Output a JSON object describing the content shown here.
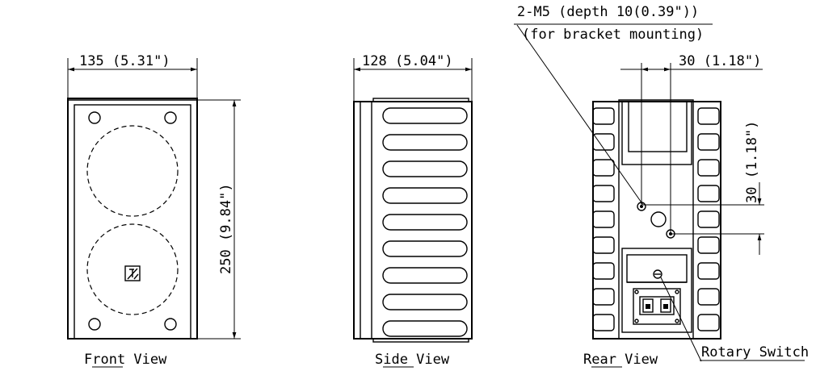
{
  "views": {
    "front": {
      "label": "Front View",
      "width_dim": "135 (5.31\")",
      "height_dim": "250 (9.84\")"
    },
    "side": {
      "label": "Side View",
      "depth_dim": "128 (5.04\")"
    },
    "rear": {
      "label": "Rear View",
      "horizontal_pitch_dim": "30 (1.18\")",
      "vertical_pitch_dim": "30 (1.18\")",
      "bracket_note_line1": "2-M5 (depth 10(0.39\"))",
      "bracket_note_line2": "(for bracket mounting)",
      "rotary_switch_label": "Rotary Switch"
    }
  }
}
